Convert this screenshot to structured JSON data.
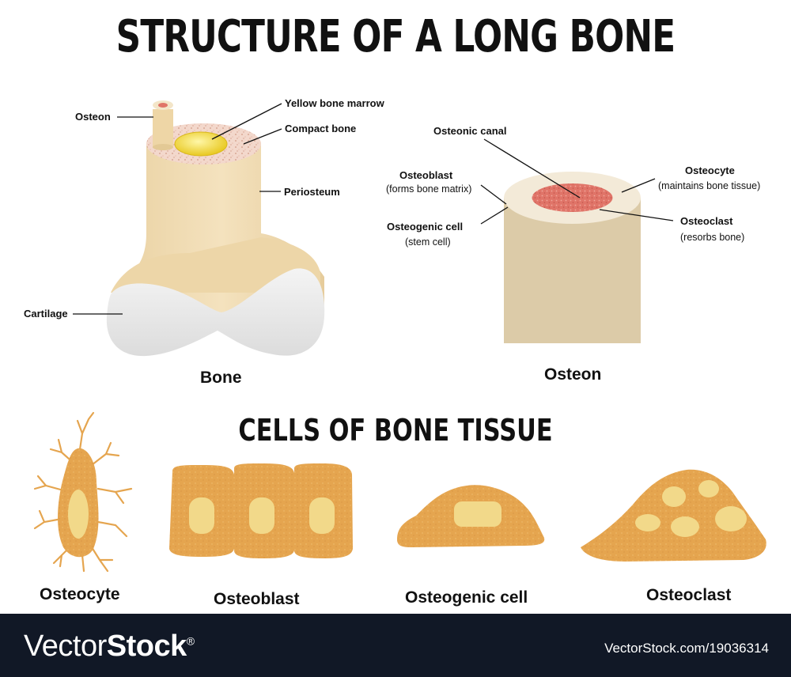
{
  "title": "STRUCTURE OF A LONG BONE",
  "cells_title": "CELLS OF BONE TISSUE",
  "bone_labels": {
    "osteon": "Osteon",
    "yellow_marrow": "Yellow bone marrow",
    "compact_bone": "Compact bone",
    "periosteum": "Periosteum",
    "cartilage": "Cartilage",
    "caption": "Bone"
  },
  "osteon_labels": {
    "osteonic_canal": "Osteonic canal",
    "osteoblast": "Osteoblast",
    "osteoblast_note": "(forms bone matrix)",
    "osteogenic_cell": "Osteogenic cell",
    "osteogenic_note": "(stem cell)",
    "osteocyte": "Osteocyte",
    "osteocyte_note": "(maintains bone tissue)",
    "osteoclast": "Osteoclast",
    "osteoclast_note": "(resorbs bone)",
    "caption": "Osteon"
  },
  "cells": [
    "Osteocyte",
    "Osteoblast",
    "Osteogenic cell",
    "Osteoclast"
  ],
  "footer": {
    "brand_light": "Vector",
    "brand_bold": "Stock",
    "brand_mark": "®",
    "image_id": "VectorStock.com/19036314"
  },
  "colors": {
    "bone_shaft": "#efd9b0",
    "cartilage": "#e6e6e6",
    "marrow": "#ecd22c",
    "spongy": "#f2d3c8",
    "osteon_body": "#dccba8",
    "canal_red": "#e07468",
    "cell_orange": "#e5a54f",
    "nucleus": "#f2d98a",
    "footer_bg": "#111826"
  }
}
